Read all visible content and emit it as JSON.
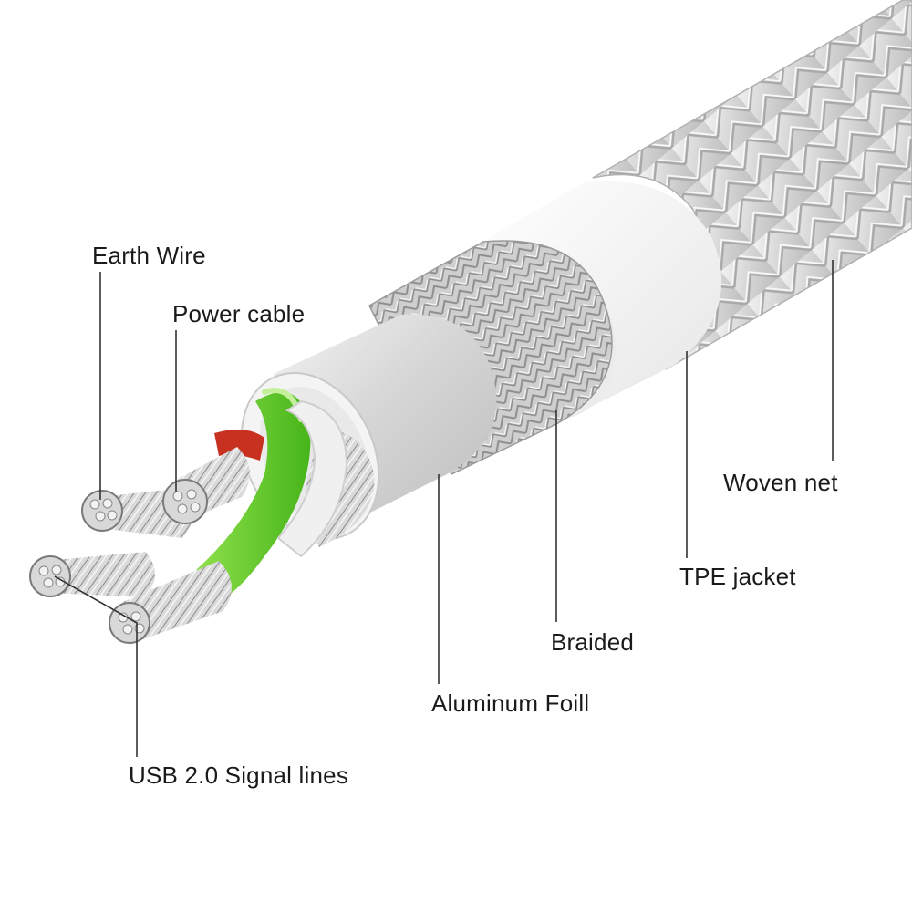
{
  "labels": {
    "earth_wire": "Earth Wire",
    "power_cable": "Power cable",
    "woven_net": "Woven net",
    "tpe_jacket": "TPE jacket",
    "braided": "Braided",
    "aluminum_foil": "Aluminum Foill",
    "usb_signal": "USB 2.0 Signal lines"
  },
  "colors": {
    "woven_net": "#dcdcdc",
    "tpe_jacket": "#f7f7f7",
    "braided": "#c8c8c8",
    "aluminum_foil": "#d9d9d9",
    "green_wire": "#6bd62a",
    "red_wire": "#c83020",
    "copper_strand": "#cfcfcf",
    "leader_line": "#333333"
  }
}
